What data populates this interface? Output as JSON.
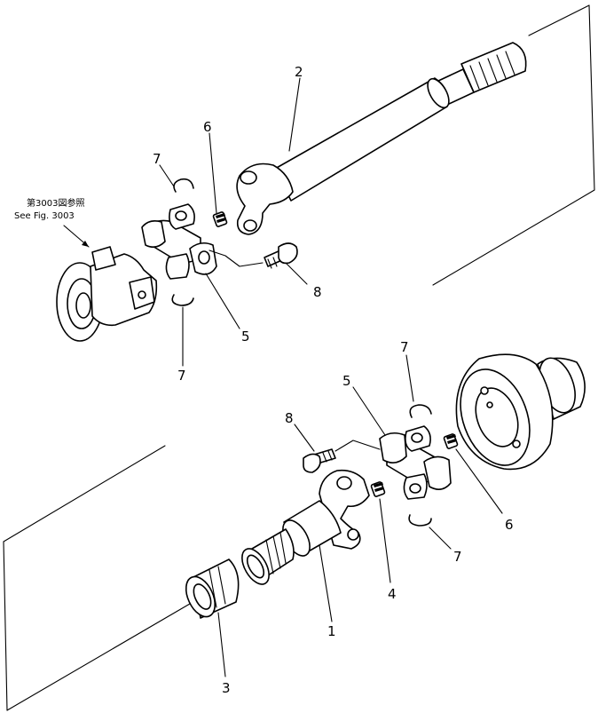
{
  "reference_note": {
    "line1": "第3003図参照",
    "line2": "See Fig. 3003"
  },
  "callouts": {
    "upper_2": "2",
    "upper_6": "6",
    "upper_7_top": "7",
    "upper_7_bottom": "7",
    "upper_5": "5",
    "upper_8": "8",
    "lower_7_top": "7",
    "lower_5": "5",
    "lower_8": "8",
    "lower_6": "6",
    "lower_7_bottom": "7",
    "lower_4": "4",
    "lower_1": "1",
    "lower_3": "3"
  }
}
